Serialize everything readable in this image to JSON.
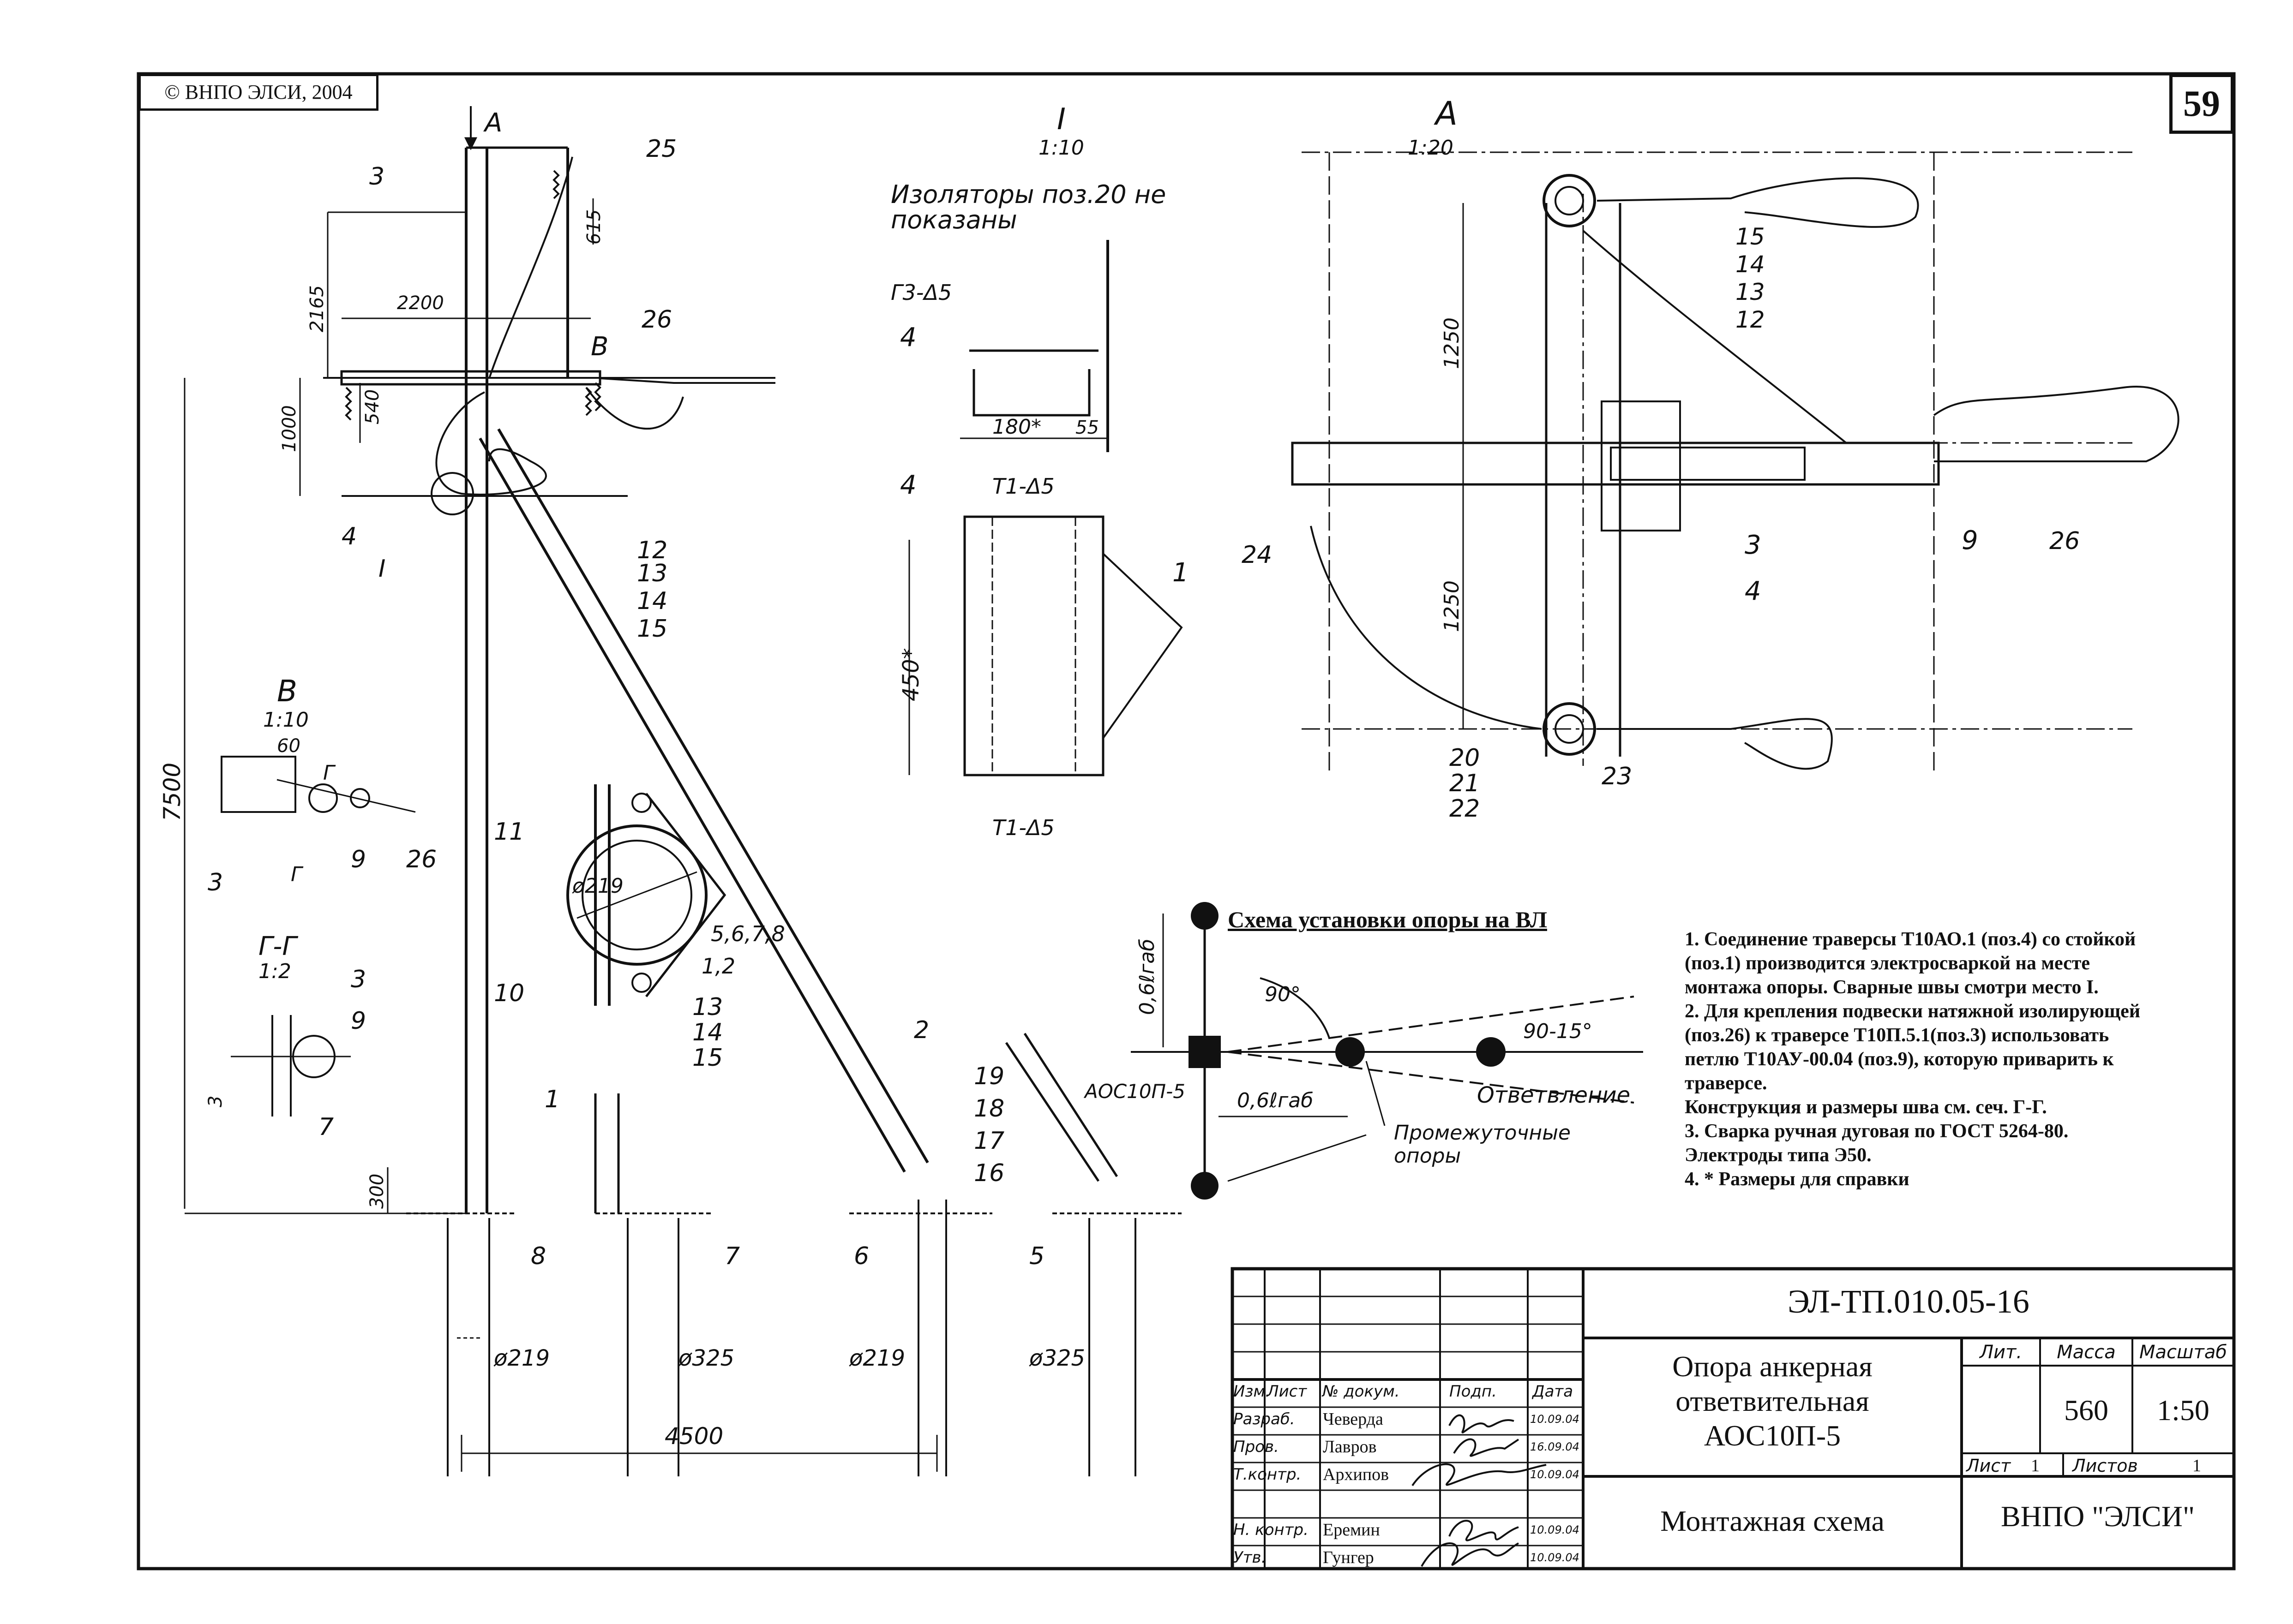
{
  "copyright": "© ВНПО ЭЛСИ, 2004",
  "sheet_number": "59",
  "main_view": {
    "arrow_a": "А",
    "arrow_b": "В",
    "dims": [
      "615",
      "2165",
      "2200",
      "540",
      "1000",
      "7500",
      "300",
      "4500"
    ],
    "pipe_diameters": [
      "ø219",
      "ø325",
      "ø219",
      "ø325"
    ],
    "positions": {
      "p3": "3",
      "p25": "25",
      "p26": "26",
      "p4": "4",
      "pI": "I",
      "p12": "12",
      "p13": "13",
      "p14": "14",
      "p15": "15",
      "p11": "11",
      "p10": "10",
      "p5678": "5,6,7,8",
      "p12b": "1,2",
      "c13": "13",
      "c14": "14",
      "c15": "15",
      "c219": "ø219",
      "p2": "2",
      "p1": "1",
      "p8": "8",
      "p7": "7",
      "p6": "6",
      "p5": "5",
      "p19": "19",
      "p18": "18",
      "p17": "17",
      "p16": "16"
    }
  },
  "view_b": {
    "title": "В",
    "scale": "1:10",
    "dim": "60",
    "cut": "Г",
    "labels": [
      "3",
      "9",
      "26"
    ]
  },
  "view_gg": {
    "title": "Г-Г",
    "scale": "1:2",
    "labels": [
      "3",
      "9",
      "3",
      "7"
    ]
  },
  "detail_i": {
    "title": "I",
    "scale": "1:10",
    "note_line1": "Изоляторы поз.20 не",
    "note_line2": "показаны",
    "weld1": "Г3-Δ5",
    "weld2": "Т1-Δ5",
    "weld3": "Т1-Δ5",
    "labels": [
      "4",
      "4",
      "1"
    ],
    "dims": [
      "180*",
      "55",
      "450*"
    ]
  },
  "view_a": {
    "title": "А",
    "scale": "1:20",
    "dims": [
      "1250",
      "1250"
    ],
    "labels": [
      "15",
      "14",
      "13",
      "12",
      "3",
      "4",
      "24",
      "9",
      "26",
      "20",
      "21",
      "22",
      "23"
    ]
  },
  "scheme": {
    "title": "Схема установки опоры на ВЛ",
    "dim1": "0,6ℓгаб",
    "dim2": "0,6ℓгаб",
    "angle1": "90°",
    "angle2": "90-15°",
    "support_label": "АОС10П-5",
    "branch_label": "Ответвление",
    "intermediate_line1": "Промежуточные",
    "intermediate_line2": "опоры"
  },
  "notes": [
    "1. Соединение траверсы Т10АО.1 (поз.4) со стойкой",
    "(поз.1) производится электросваркой на месте",
    "монтажа опоры.  Сварные швы смотри место  I.",
    "2. Для крепления подвески натяжной изолирующей",
    "(поз.26) к траверсе Т10П.5.1(поз.3) использовать",
    "петлю Т10АУ-00.04 (поз.9), которую приварить к",
    "траверсе.",
    "Конструкция и размеры шва см. сеч. Г-Г.",
    "3. Сварка ручная дуговая по ГОСТ 5264-80.",
    "Электроды типа Э50.",
    "4. * Размеры для справки"
  ],
  "title_block": {
    "doc_code": "ЭЛ-ТП.010.05-16",
    "name_line1": "Опора анкерная",
    "name_line2": "ответвительная",
    "name_line3": "АОС10П-5",
    "sheet_title": "Монтажная схема",
    "organization": "ВНПО \"ЭЛСИ\"",
    "col_lit": "Лит.",
    "col_mass": "Масса",
    "col_scale": "Масштаб",
    "mass": "560",
    "scale": "1:50",
    "sheet_label": "Лист",
    "sheet_value": "1",
    "sheets_label": "Листов",
    "sheets_value": "1",
    "header": {
      "izm": "Изм.",
      "list": "Лист",
      "doc": "№ докум.",
      "sign": "Подп.",
      "date": "Дата"
    },
    "rows": [
      {
        "role": "Разраб.",
        "name": "Чеверда",
        "date": "10.09.04"
      },
      {
        "role": "Пров.",
        "name": "Лавров",
        "date": "16.09.04"
      },
      {
        "role": "Т.контр.",
        "name": "Архипов",
        "date": "10.09.04"
      },
      {
        "role": "",
        "name": "",
        "date": ""
      },
      {
        "role": "Н. контр.",
        "name": "Еремин",
        "date": "10.09.04"
      },
      {
        "role": "Утв.",
        "name": "Гунгер",
        "date": "10.09.04"
      }
    ]
  }
}
